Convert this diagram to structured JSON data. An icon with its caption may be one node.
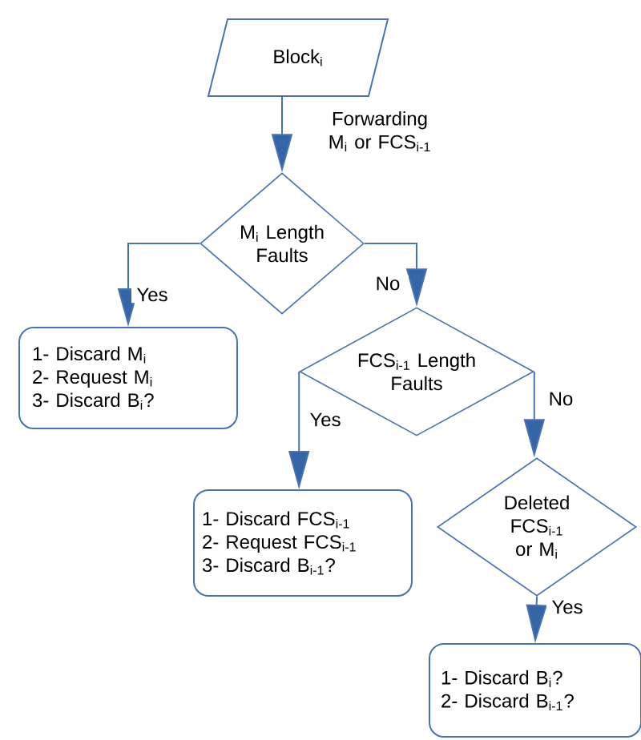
{
  "diagram": {
    "nodes": [
      {
        "text": [
          "Block$_{i}$"
        ]
      },
      {
        "text": [
          "M$_{i}$ Length Faults"
        ]
      },
      {
        "text": [
          "1- Discard M$_{i}$",
          "2- Request M$_{i}$",
          "3- Discard B$_{i}$?"
        ]
      },
      {
        "text": [
          "FCS$_{i-1}$ Length Faults"
        ]
      },
      {
        "text": [
          "1- Discard FCS$_{i-1}$",
          "2- Request FCS$_{i-1}$",
          "3- Discard B$_{i-1}$?"
        ]
      },
      {
        "text": [
          "Deleted FCS$_{i-1}$ or M$_{i}$"
        ]
      },
      {
        "text": [
          "1- Discard B$_{i}$?",
          "2- Discard B$_{i-1}$?"
        ]
      }
    ],
    "edges": [
      {
        "from": 0,
        "to": 1,
        "arrow": "to",
        "label": "Forwarding M$_{i}$ or FCS$_{i-1}$"
      },
      {
        "from": 1,
        "to": 2,
        "arrow": "to",
        "label": "Yes"
      },
      {
        "from": 1,
        "to": 3,
        "arrow": "to",
        "label": "No"
      },
      {
        "from": 3,
        "to": 4,
        "arrow": "to",
        "label": "Yes"
      },
      {
        "from": 3,
        "to": 5,
        "arrow": "to",
        "label": "No"
      },
      {
        "from": 5,
        "to": 6,
        "arrow": "to",
        "label": "Yes"
      }
    ]
  }
}
